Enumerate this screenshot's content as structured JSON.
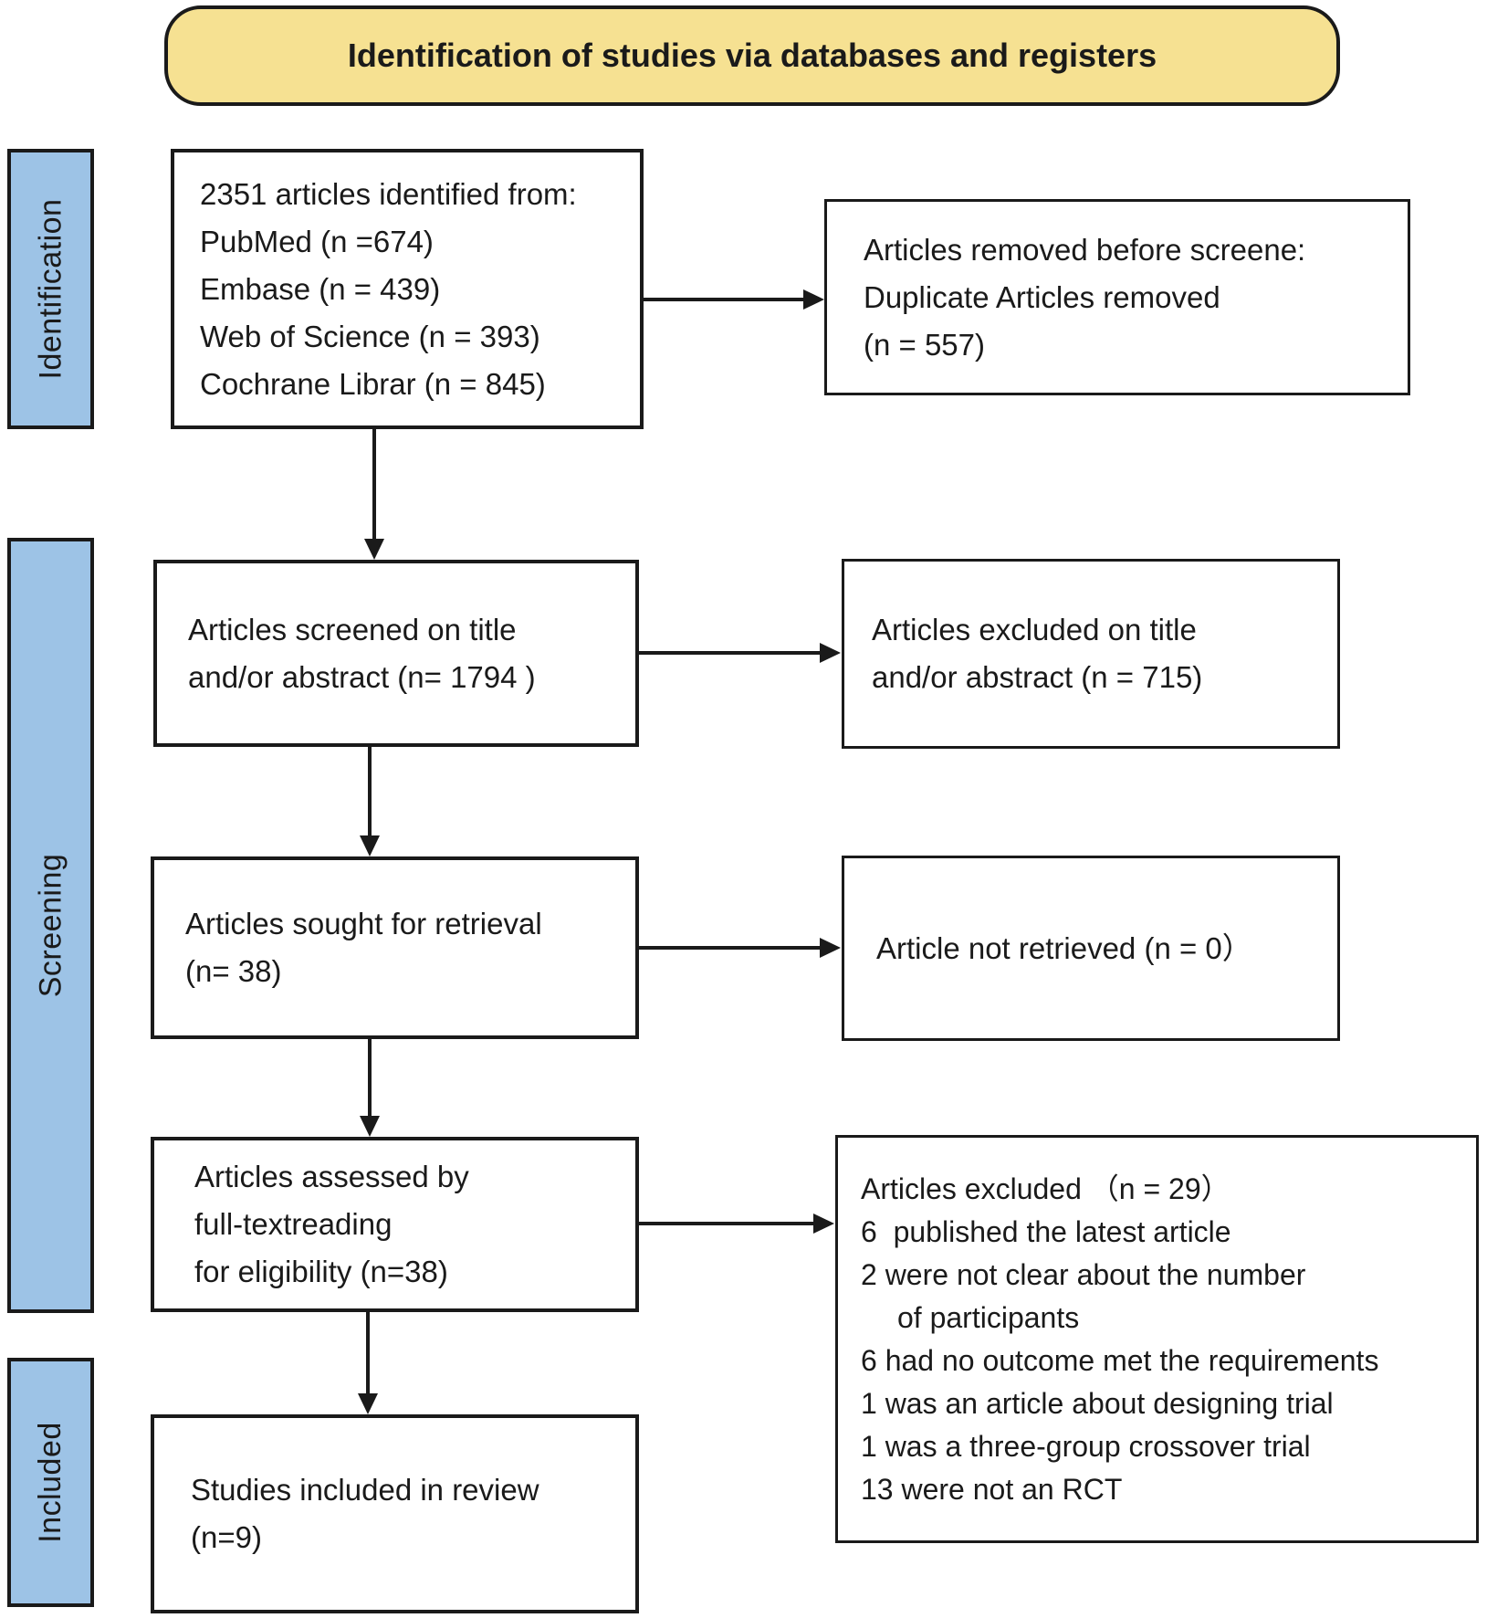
{
  "banner": {
    "title": "Identification of studies via databases and registers"
  },
  "stages": {
    "identification": {
      "label": "Identification"
    },
    "screening": {
      "label": "Screening"
    },
    "included": {
      "label": "Included"
    }
  },
  "flow": {
    "identified": {
      "lines": [
        "2351 articles identified from:",
        "PubMed (n =674)",
        "Embase (n = 439)",
        "Web of Science (n = 393)",
        "Cochrane Librar (n = 845)"
      ]
    },
    "removed_before_screening": {
      "lines": [
        "Articles removed before screene:",
        "Duplicate Articles removed",
        "(n = 557)"
      ]
    },
    "screened_title_abstract": {
      "lines": [
        "Articles screened on title",
        "and/or abstract (n= 1794 )"
      ]
    },
    "excluded_title_abstract": {
      "lines": [
        "Articles excluded on title",
        "and/or abstract (n = 715)"
      ]
    },
    "sought_retrieval": {
      "lines": [
        "Articles sought for retrieval",
        "(n= 38)"
      ]
    },
    "not_retrieved": {
      "lines": [
        "Article not retrieved (n = 0）"
      ]
    },
    "assessed_fulltext": {
      "lines": [
        "Articles assessed by",
        "full-textreading",
        "for eligibility (n=38)"
      ]
    },
    "excluded_fulltext": {
      "lines": [
        "Articles excluded （n = 29）",
        "6  published the latest article",
        "2 were not clear about the number",
        "of participants",
        "6 had no outcome met the requirements",
        "1 was an article about designing trial",
        "1 was a three-group crossover trial",
        "13 were not an RCT"
      ]
    },
    "included_review": {
      "lines": [
        "Studies included in review",
        "(n=9)"
      ]
    }
  },
  "colors": {
    "banner_fill": "#F6E192",
    "stage_fill": "#9DC3E6",
    "border": "#1A1A1A",
    "arrow": "#1A1A1A",
    "background": "#FFFFFF"
  }
}
